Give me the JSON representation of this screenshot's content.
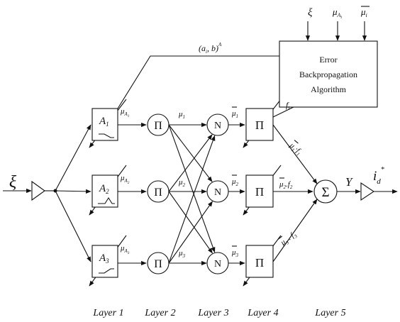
{
  "input": {
    "symbol": "ξ"
  },
  "output": {
    "symbol": "Y",
    "result": "i",
    "result_sub": "d",
    "result_sup": "*"
  },
  "error_block": {
    "lines": [
      "Error",
      "Backpropagation",
      "Algorithm"
    ],
    "inputs": [
      {
        "base": "ξ"
      },
      {
        "base": "μ",
        "sub": "A",
        "subsub": "i"
      },
      {
        "base": "μ",
        "sub": "i",
        "overline": true
      }
    ],
    "param_label": {
      "base": "(a",
      "sub": "i",
      "mid": ", b)",
      "sup": "A"
    },
    "f_label": {
      "base": "f",
      "sub": "i"
    }
  },
  "layer1": [
    {
      "label": "A",
      "sub": "1",
      "out": "μ",
      "out_sub": "A",
      "out_subsub": "1"
    },
    {
      "label": "A",
      "sub": "2",
      "out": "μ",
      "out_sub": "A",
      "out_subsub": "2"
    },
    {
      "label": "A",
      "sub": "3",
      "out": "μ",
      "out_sub": "A",
      "out_subsub": "3"
    }
  ],
  "layer2": [
    {
      "symbol": "Π",
      "out": "μ",
      "out_sub": "1"
    },
    {
      "symbol": "Π",
      "out": "μ",
      "out_sub": "2"
    },
    {
      "symbol": "Π",
      "out": "μ",
      "out_sub": "3"
    }
  ],
  "layer3": [
    {
      "symbol": "N",
      "out": "μ",
      "out_sub": "1"
    },
    {
      "symbol": "N",
      "out": "μ",
      "out_sub": "2"
    },
    {
      "symbol": "N",
      "out": "μ",
      "out_sub": "3"
    }
  ],
  "layer4": [
    {
      "symbol": "Π",
      "out": "μ",
      "out_sub": "1",
      "mid": "·f",
      "f_sub": "1"
    },
    {
      "symbol": "Π",
      "out": "μ",
      "out_sub": "2",
      "mid": ".f",
      "f_sub": "2"
    },
    {
      "symbol": "Π",
      "out": "μ",
      "out_sub": "3",
      "mid": " . f",
      "f_sub": "3"
    }
  ],
  "layer5": {
    "symbol": "Σ"
  },
  "layer_labels": [
    "Layer 1",
    "Layer 2",
    "Layer 3",
    "Layer 4",
    "Layer 5"
  ]
}
